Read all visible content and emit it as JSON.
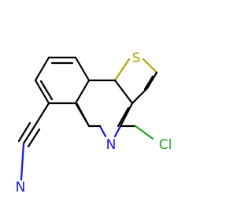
{
  "molecule": {
    "atoms": {
      "sulfur": "S",
      "nitrogen_ring": "N",
      "chlorine": "Cl",
      "nitrogen_nitrile": "N"
    },
    "colors": {
      "carbon_bond": "#000000",
      "sulfur": "#b8a200",
      "nitrogen": "#1010ff",
      "chlorine": "#1fa81f"
    }
  }
}
